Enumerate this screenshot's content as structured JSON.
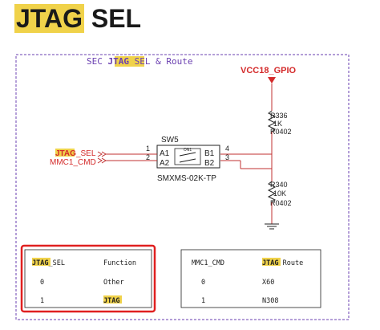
{
  "title": {
    "highlight": "JTAG",
    "rest": " SEL"
  },
  "frame": {
    "heading_prefix": "SEC ",
    "heading_hl": "JTAG",
    "heading_suffix": " SEL & Route"
  },
  "power": {
    "net": "VCC18_GPIO"
  },
  "resistors": [
    {
      "ref": "R336",
      "value": "1K",
      "package": "R0402"
    },
    {
      "ref": "R340",
      "value": "10K",
      "package": "R0402"
    }
  ],
  "switch": {
    "ref": "SW5",
    "part": "SMXMS-02K-TP",
    "pins": {
      "a1": "A1",
      "a2": "A2",
      "b1": "B1",
      "b2": "B2",
      "p1": "1",
      "p2": "2",
      "p3": "3",
      "p4": "4",
      "mark": "ON1"
    }
  },
  "nets": {
    "jtag_sel_hl": "JTAG",
    "jtag_sel_suffix": "_SEL",
    "mmc1_cmd": "MMC1_CMD"
  },
  "table_left": {
    "header": {
      "col1_hl": "JTAG",
      "col1_suffix": "_SEL",
      "col2": "Function"
    },
    "rows": [
      {
        "c1": "0",
        "c2": "Other"
      },
      {
        "c1": "1",
        "c2": "JTAG"
      }
    ]
  },
  "table_right": {
    "header": {
      "col1": "MMC1_CMD",
      "col2_hl": "JTAG",
      "col2_suffix": " Route"
    },
    "rows": [
      {
        "c1": "0",
        "c2": "X60"
      },
      {
        "c1": "1",
        "c2": "N308"
      }
    ]
  },
  "colors": {
    "highlight": "#f0d24a",
    "net_red": "#d42a2a",
    "frame_purple": "#6a3fb0",
    "wire": "#c03030",
    "box_red": "#e02020"
  }
}
